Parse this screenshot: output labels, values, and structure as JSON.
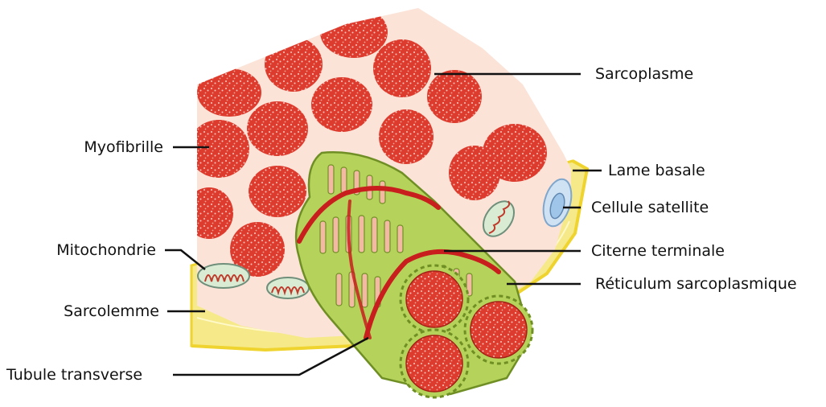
{
  "colors": {
    "sarcoplasm": "#fbe3d8",
    "myofibril": "#dc3b2d",
    "myofibril_speckle": "#f6b3a8",
    "sarcolemma": "#f6e98a",
    "basal_lamina": "#efd32e",
    "reticulum": "#b5d25a",
    "reticulum_dark": "#6f8f25",
    "tubule": "#c81e1e",
    "satellite_cell": "#9fc6e8",
    "leader_line": "#111111"
  },
  "labels": {
    "sarcoplasm": "Sarcoplasme",
    "myofibril": "Myofibrille",
    "basal_lamina": "Lame basale",
    "satellite_cell": "Cellule satellite",
    "mitochondrion": "Mitochondrie",
    "terminal_cistern": "Citerne terminale",
    "sarcoplasmic_reticulum": "Réticulum sarcoplasmique",
    "sarcolemma": "Sarcolemme",
    "transverse_tubule": "Tubule transverse"
  }
}
